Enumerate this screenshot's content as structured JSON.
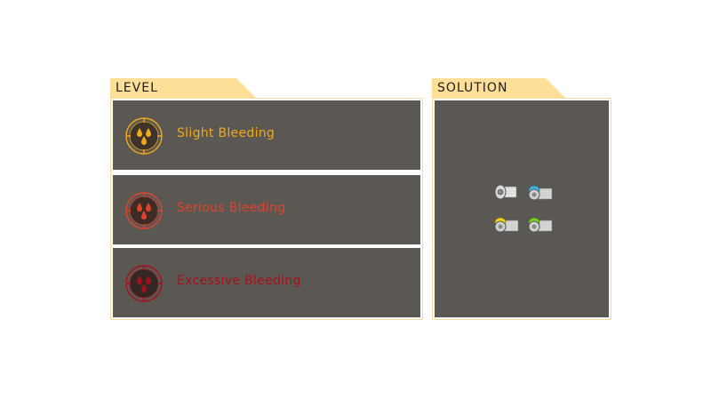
{
  "level": {
    "title": "LEVEL",
    "rows": [
      {
        "label": "Slight Bleeding",
        "color": "#f0a81c",
        "icon": "blood-drops-icon"
      },
      {
        "label": "Serious Bleeding",
        "color": "#e0432b",
        "icon": "blood-drops-icon"
      },
      {
        "label": "Excessive Bleeding",
        "color": "#a4101b",
        "icon": "blood-drops-icon"
      }
    ]
  },
  "solution": {
    "title": "SOLUTION",
    "items": [
      {
        "icon": "bandage-icon"
      },
      {
        "icon": "blue-medical-roll-icon",
        "color": "#41b8e0"
      },
      {
        "icon": "yellow-medical-roll-icon",
        "color": "#f2d21a"
      },
      {
        "icon": "green-medical-roll-icon",
        "color": "#7ed321"
      }
    ]
  }
}
